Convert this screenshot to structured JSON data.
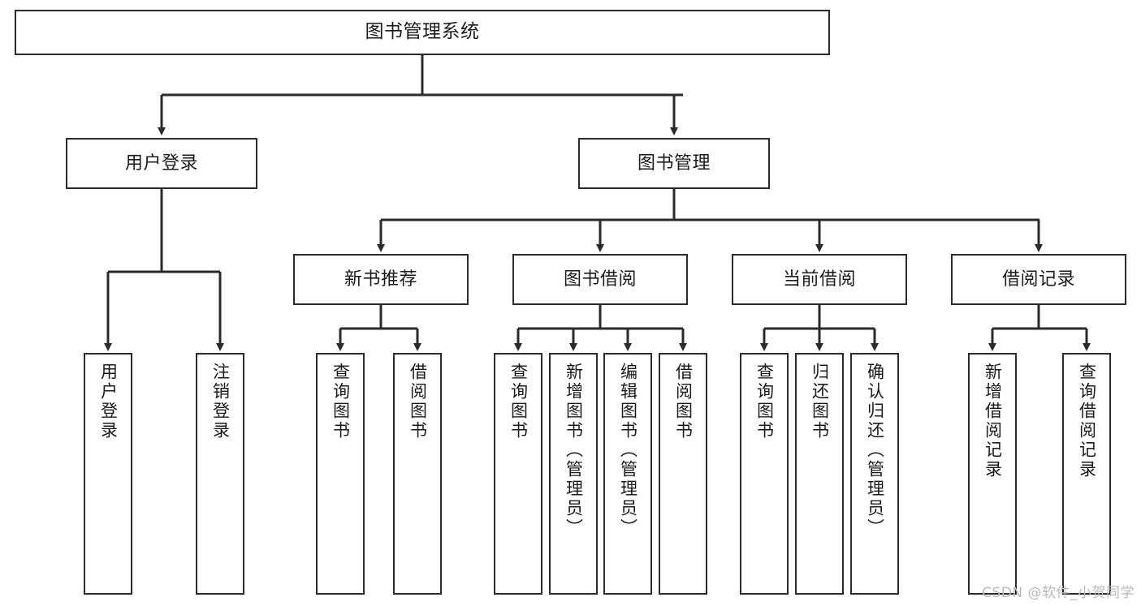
{
  "diagram": {
    "type": "tree-hierarchy-chart",
    "title_text": "图书管理系统",
    "watermark": "CSDN @软件_小贺同学",
    "stroke_color": "#2b2b2b",
    "background_color": "#ffffff",
    "text_color": "#1b1b1b",
    "nodes": {
      "root": {
        "label": "图书管理系统"
      },
      "level2": [
        {
          "id": "user-login",
          "label": "用户登录"
        },
        {
          "id": "book-manage",
          "label": "图书管理"
        }
      ],
      "level3": [
        {
          "id": "new-book-recommend",
          "label": "新书推荐"
        },
        {
          "id": "book-borrow",
          "label": "图书借阅"
        },
        {
          "id": "current-borrow",
          "label": "当前借阅"
        },
        {
          "id": "borrow-record",
          "label": "借阅记录"
        }
      ],
      "leaves": {
        "user_login": [
          {
            "id": "leaf-user-login",
            "label": "用户登录"
          },
          {
            "id": "leaf-logout-login",
            "label": "注销登录"
          }
        ],
        "new_book_recommend": [
          {
            "id": "leaf-query-book-1",
            "label": "查询图书"
          },
          {
            "id": "leaf-borrow-book-1",
            "label": "借阅图书"
          }
        ],
        "book_borrow": [
          {
            "id": "leaf-query-book-2",
            "label": "查询图书"
          },
          {
            "id": "leaf-add-book",
            "label": "新增图书（管理员）"
          },
          {
            "id": "leaf-edit-book",
            "label": "编辑图书（管理员）"
          },
          {
            "id": "leaf-borrow-book-2",
            "label": "借阅图书"
          }
        ],
        "current_borrow": [
          {
            "id": "leaf-query-book-3",
            "label": "查询图书"
          },
          {
            "id": "leaf-return-book",
            "label": "归还图书"
          },
          {
            "id": "leaf-confirm-return",
            "label": "确认归还（管理员）"
          }
        ],
        "borrow_record": [
          {
            "id": "leaf-add-record",
            "label": "新增借阅记录"
          },
          {
            "id": "leaf-query-record",
            "label": "查询借阅记录"
          }
        ]
      }
    }
  }
}
